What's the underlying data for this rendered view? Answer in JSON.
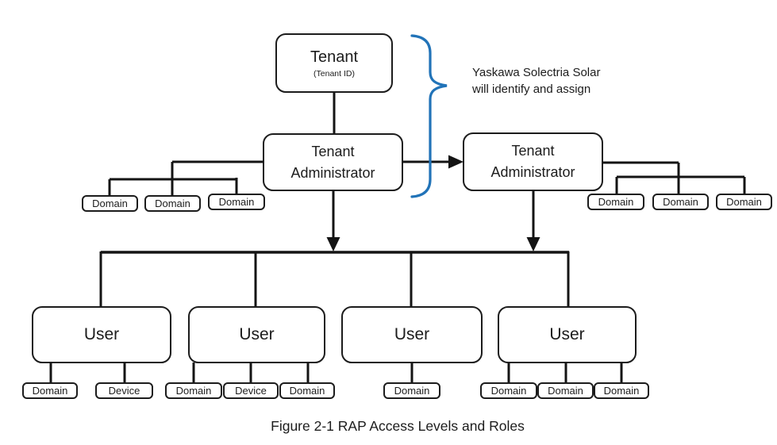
{
  "figure": {
    "caption": "Figure 2-1 RAP Access Levels and Roles",
    "annotation": {
      "line1": "Yaskawa Solectria Solar",
      "line2": "will identify and assign"
    },
    "colors": {
      "line": "#141414",
      "accent_brace": "#2173b8"
    },
    "tenant": {
      "label": "Tenant",
      "sublabel": "(Tenant ID)"
    },
    "tenant_admin_left": {
      "label": "Tenant Administrator",
      "domains": [
        "Domain",
        "Domain",
        "Domain"
      ]
    },
    "tenant_admin_right": {
      "label": "Tenant Administrator",
      "domains": [
        "Domain",
        "Domain",
        "Domain"
      ]
    },
    "users": [
      {
        "label": "User",
        "children": [
          "Domain",
          "Device"
        ]
      },
      {
        "label": "User",
        "children": [
          "Domain",
          "Device",
          "Domain"
        ]
      },
      {
        "label": "User",
        "children": [
          "Domain"
        ]
      },
      {
        "label": "User",
        "children": [
          "Domain",
          "Domain",
          "Domain"
        ]
      }
    ]
  }
}
